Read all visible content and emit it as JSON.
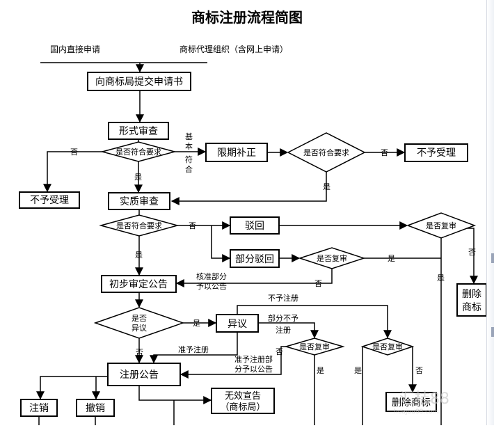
{
  "title": "商标注册流程简图",
  "sources": {
    "direct": "国内直接申请",
    "agent": "商标代理组织（含网上申请）"
  },
  "boxes": {
    "submit": "向商标局提交申请书",
    "formal_review": "形式审查",
    "deadline_correction": "限期补正",
    "reject_left": "不予受理",
    "reject_right": "不予受理",
    "substantive_review": "实质审查",
    "rejection": "驳回",
    "partial_rejection": "部分驳回",
    "preliminary_notice": "初步审定公告",
    "opposition": "异议",
    "registration_notice": "注册公告",
    "cancel": "注销",
    "revoke": "撤销",
    "invalid_line1": "无效宣告",
    "invalid_line2": "（商标局）",
    "delete_mark_bottom": "删除商标",
    "delete_line1": "删除",
    "delete_line2": "商标"
  },
  "decisions": {
    "compliant_1": "是否符合要求",
    "compliant_2": "是否符合要求",
    "compliant_3": "是否符合要求",
    "review_1": "是否复审",
    "review_2": "是否复审",
    "review_3": "是否复审",
    "review_4": "是否复审",
    "objection_line1": "是否",
    "objection_line2": "异议"
  },
  "labels": {
    "yes": "是",
    "no": "否",
    "basic_1": "基",
    "basic_2": "本",
    "basic_3": "符",
    "basic_4": "合",
    "approve_part_1": "核准部分",
    "approve_part_2": "予以公告",
    "not_registered": "不予注册",
    "partial_not_1": "部分不予",
    "partial_not_2": "注册",
    "approve_reg": "准予注册",
    "approve_reg_part_1": "准予注册部",
    "approve_reg_part_2": "分予以公告"
  },
  "watermark": {
    "text": "汇桔88",
    "url": "huajuu88.com"
  }
}
